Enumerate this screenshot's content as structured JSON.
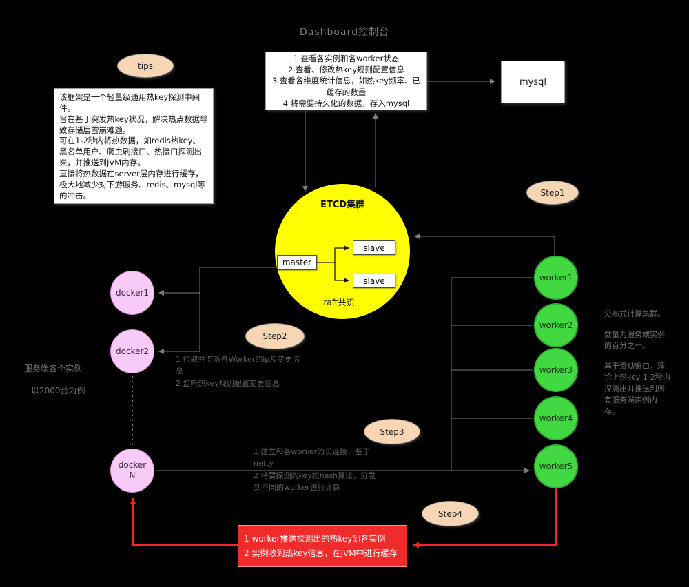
{
  "title": "Dashboard控制台",
  "tips": {
    "badge": "tips",
    "lines": [
      "该框架是一个轻量级通用热key探测中间件。",
      "旨在基于突发热key状况，解决热点数据导致存储层雪崩难题。",
      "可在1-2秒内将热数据，如redis热key、黑名单用户、爬虫刷接口、热接口探测出来，并推送到JVM内存。",
      "直接将热数据在server层内存进行缓存，极大地减少对下游服务、redis、mysql等的冲击。"
    ]
  },
  "dashboard_box": {
    "lines": [
      "1 查看各实例和各worker状态",
      "2 查看、修改热key规则配置信息",
      "3 查看各维度统计信息，如热key频率、已缓存的数量",
      "4 将需要持久化的数据，存入mysql"
    ]
  },
  "mysql_label": "mysql",
  "etcd": {
    "title": "ETCD集群",
    "master": "master",
    "slave1": "slave",
    "slave2": "slave",
    "footer": "raft共识"
  },
  "steps": {
    "step1": "Step1",
    "step2": "Step2",
    "step3": "Step3",
    "step4": "Step4"
  },
  "workers": [
    "worker1",
    "worker2",
    "worker3",
    "worker4",
    "worker5"
  ],
  "dockers": [
    "docker1",
    "docker2",
    "docker N"
  ],
  "left_note": {
    "line1": "服务端各个实例",
    "line2": "以2000台为例"
  },
  "right_note": {
    "p1": "分布式计算集群。",
    "p2": "数量为服务端实例的百分之一。",
    "p3": "基于滑动窗口，理论上热key 1-2秒内探测出并推送到所有服务端实例内存。"
  },
  "step2_note": {
    "line1": "1 拉取并监听各Worker的ip及变更信息",
    "line2": "2 监听热key规则配置变更信息"
  },
  "step3_note": {
    "line1": "1 建立和各worker的长连接，基于netty",
    "line2": "2 将要探测的key按hash算法，分发到不同的worker进行计算"
  },
  "step4_box": {
    "line1": "1 worker推送探测出的热key到各实例",
    "line2": "2 实例收到热key信息，在JVM中进行缓存"
  },
  "colors": {
    "background": "#000000",
    "etcd_yellow": "#ffff00",
    "worker_green": "#41d841",
    "docker_pink": "#f8caf8",
    "step_peach": "#f6d6b4",
    "alert_red": "#f02b2b",
    "line_gray": "#7d7d7d"
  }
}
